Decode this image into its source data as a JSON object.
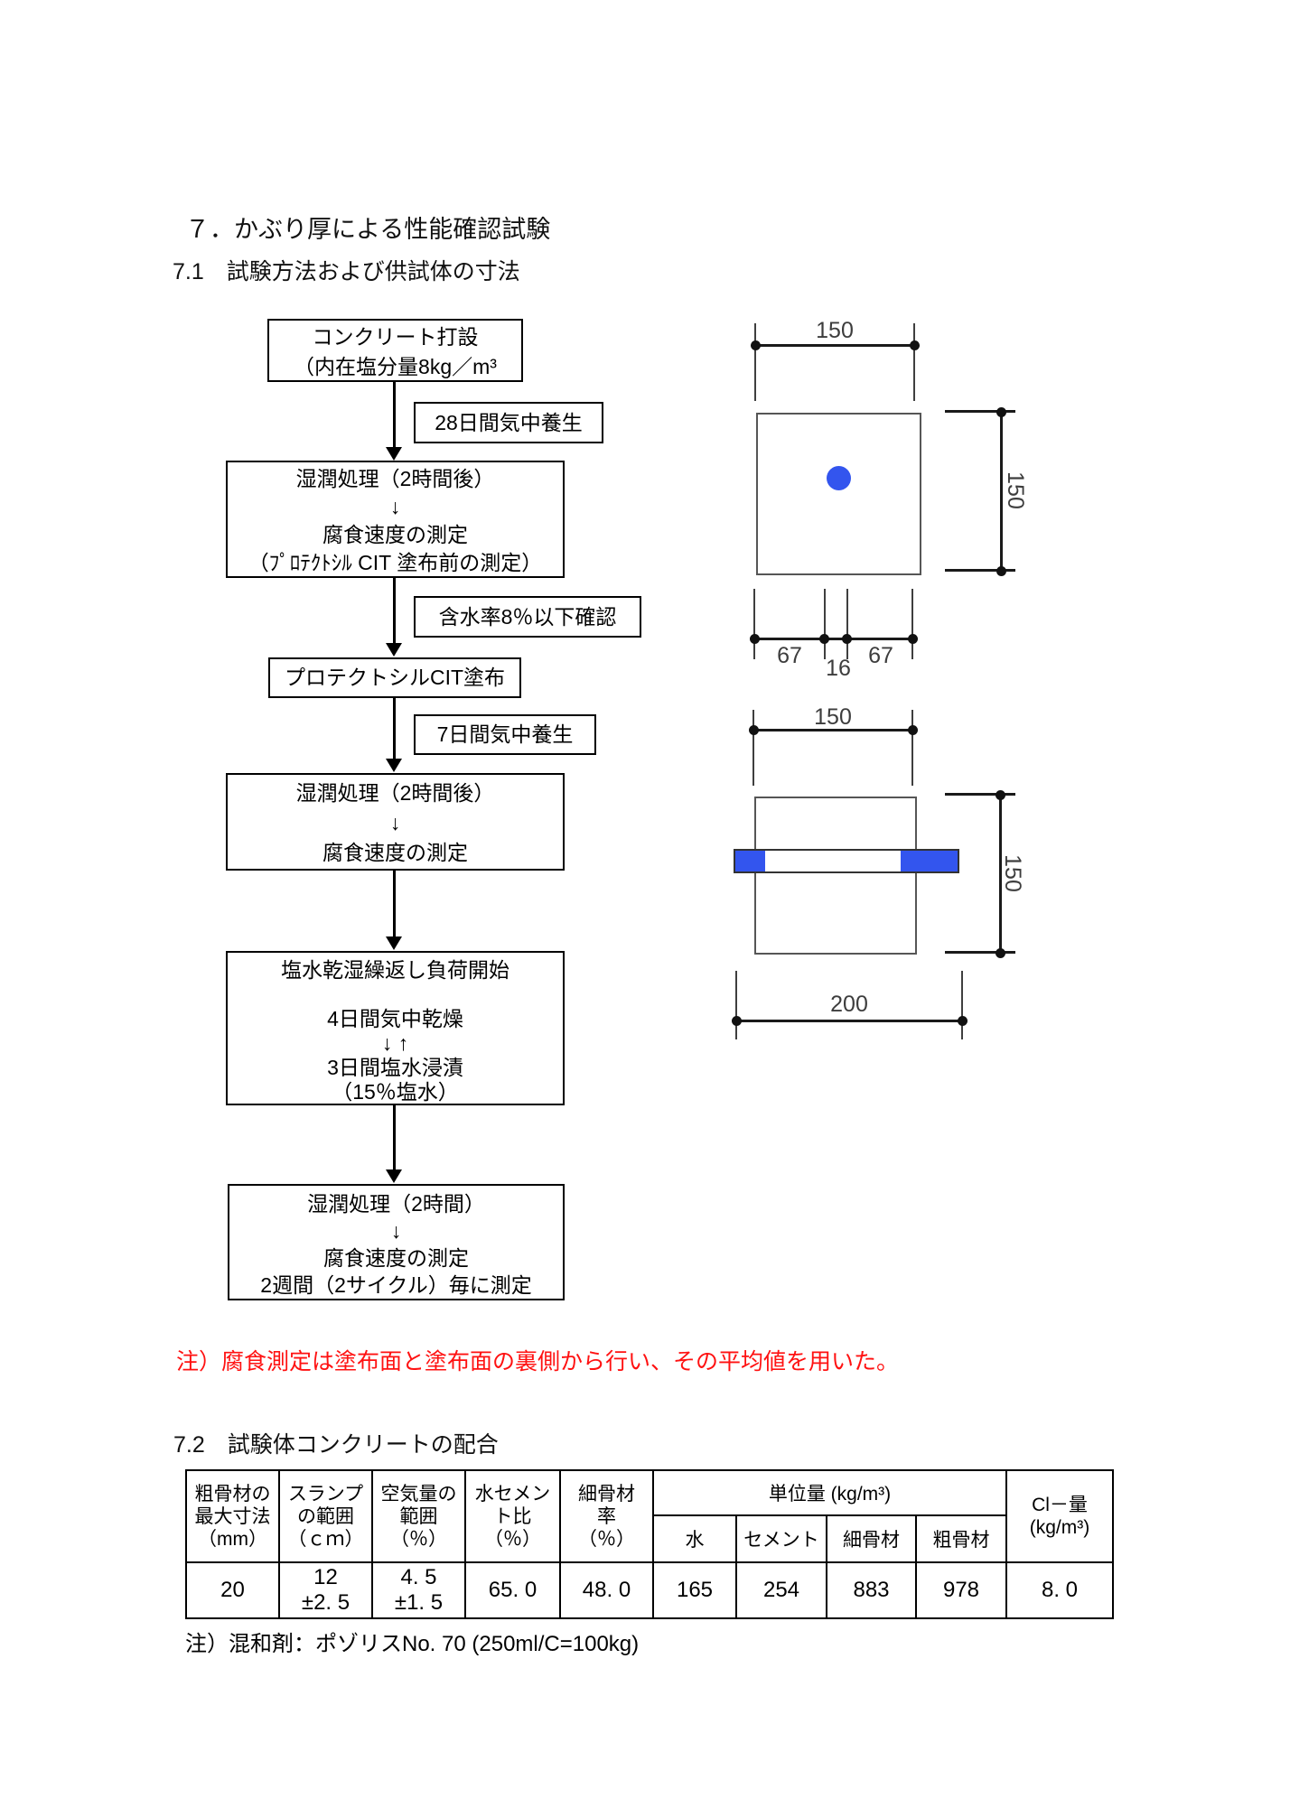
{
  "page": {
    "title": "７．かぶり厚による性能確認試験",
    "section_71": "7.1　試験方法および供試体の寸法",
    "section_72": "7.2　試験体コンクリートの配合",
    "red_note": "注）腐食測定は塗布面と塗布面の裏側から行い、その平均値を用いた。",
    "table_note": "注）混和剤：ポゾリスNo. 70 (250ml/C=100kg)"
  },
  "flowchart": {
    "box_cast": {
      "lines": [
        "コンクリート打設",
        "（内在塩分量8kg／m³"
      ]
    },
    "side_cure28": "28日間気中養生",
    "box_premeasure": {
      "lines": [
        "湿潤処理（2時間後）",
        "↓",
        "腐食速度の測定",
        "（ﾌﾟﾛﾃｸﾄｼﾙ CIT 塗布前の測定）"
      ]
    },
    "side_moisture": "含水率8％以下確認",
    "box_apply": "プロテクトシルCIT塗布",
    "side_cure7": "7日間気中養生",
    "box_measure2": {
      "lines": [
        "湿潤処理（2時間後）",
        "↓",
        "腐食速度の測定"
      ]
    },
    "box_cycle": {
      "lines": [
        "塩水乾湿繰返し負荷開始",
        "",
        "4日間気中乾燥",
        "↓ ↑",
        "3日間塩水浸漬",
        "（15％塩水）"
      ]
    },
    "box_final": {
      "lines": [
        "湿潤処理（2時間）",
        "↓",
        "腐食速度の測定",
        "2週間（2サイクル）毎に測定"
      ]
    }
  },
  "diagram_top": {
    "dim_width": "150",
    "dim_height": "150",
    "dim_left": "67",
    "dim_bar": "16",
    "dim_right": "67"
  },
  "diagram_bottom": {
    "dim_width": "150",
    "dim_height": "150",
    "dim_length": "200"
  },
  "table": {
    "headers": [
      {
        "lines": [
          "粗骨材の",
          "最大寸法",
          "（mm）"
        ]
      },
      {
        "lines": [
          "スランプ",
          "の範囲",
          "（ｃｍ）"
        ]
      },
      {
        "lines": [
          "空気量の",
          "範囲",
          "（％）"
        ]
      },
      {
        "lines": [
          "水セメン",
          "ト比",
          "（％）"
        ]
      },
      {
        "lines": [
          "細骨材",
          "率",
          "（％）"
        ]
      }
    ],
    "unit_group_header": "単位量 (kg/m³)",
    "unit_subheaders": [
      "水",
      "セメント",
      "細骨材",
      "粗骨材"
    ],
    "cl_header": {
      "lines": [
        "Cl－量",
        "(kg/m³)"
      ]
    },
    "row": {
      "max_aggregate": "20",
      "slump_lines": [
        "12",
        "±2. 5"
      ],
      "air_lines": [
        "4. 5",
        "±1. 5"
      ],
      "wc_ratio": "65. 0",
      "fine_agg_ratio": "48. 0",
      "water": "165",
      "cement": "254",
      "fine_aggregate": "883",
      "coarse_aggregate": "978",
      "cl_amount": "8. 0"
    }
  },
  "colors": {
    "rebar_blue": "#3355EE",
    "note_red": "#FF1111",
    "diagram_line": "#555555"
  }
}
